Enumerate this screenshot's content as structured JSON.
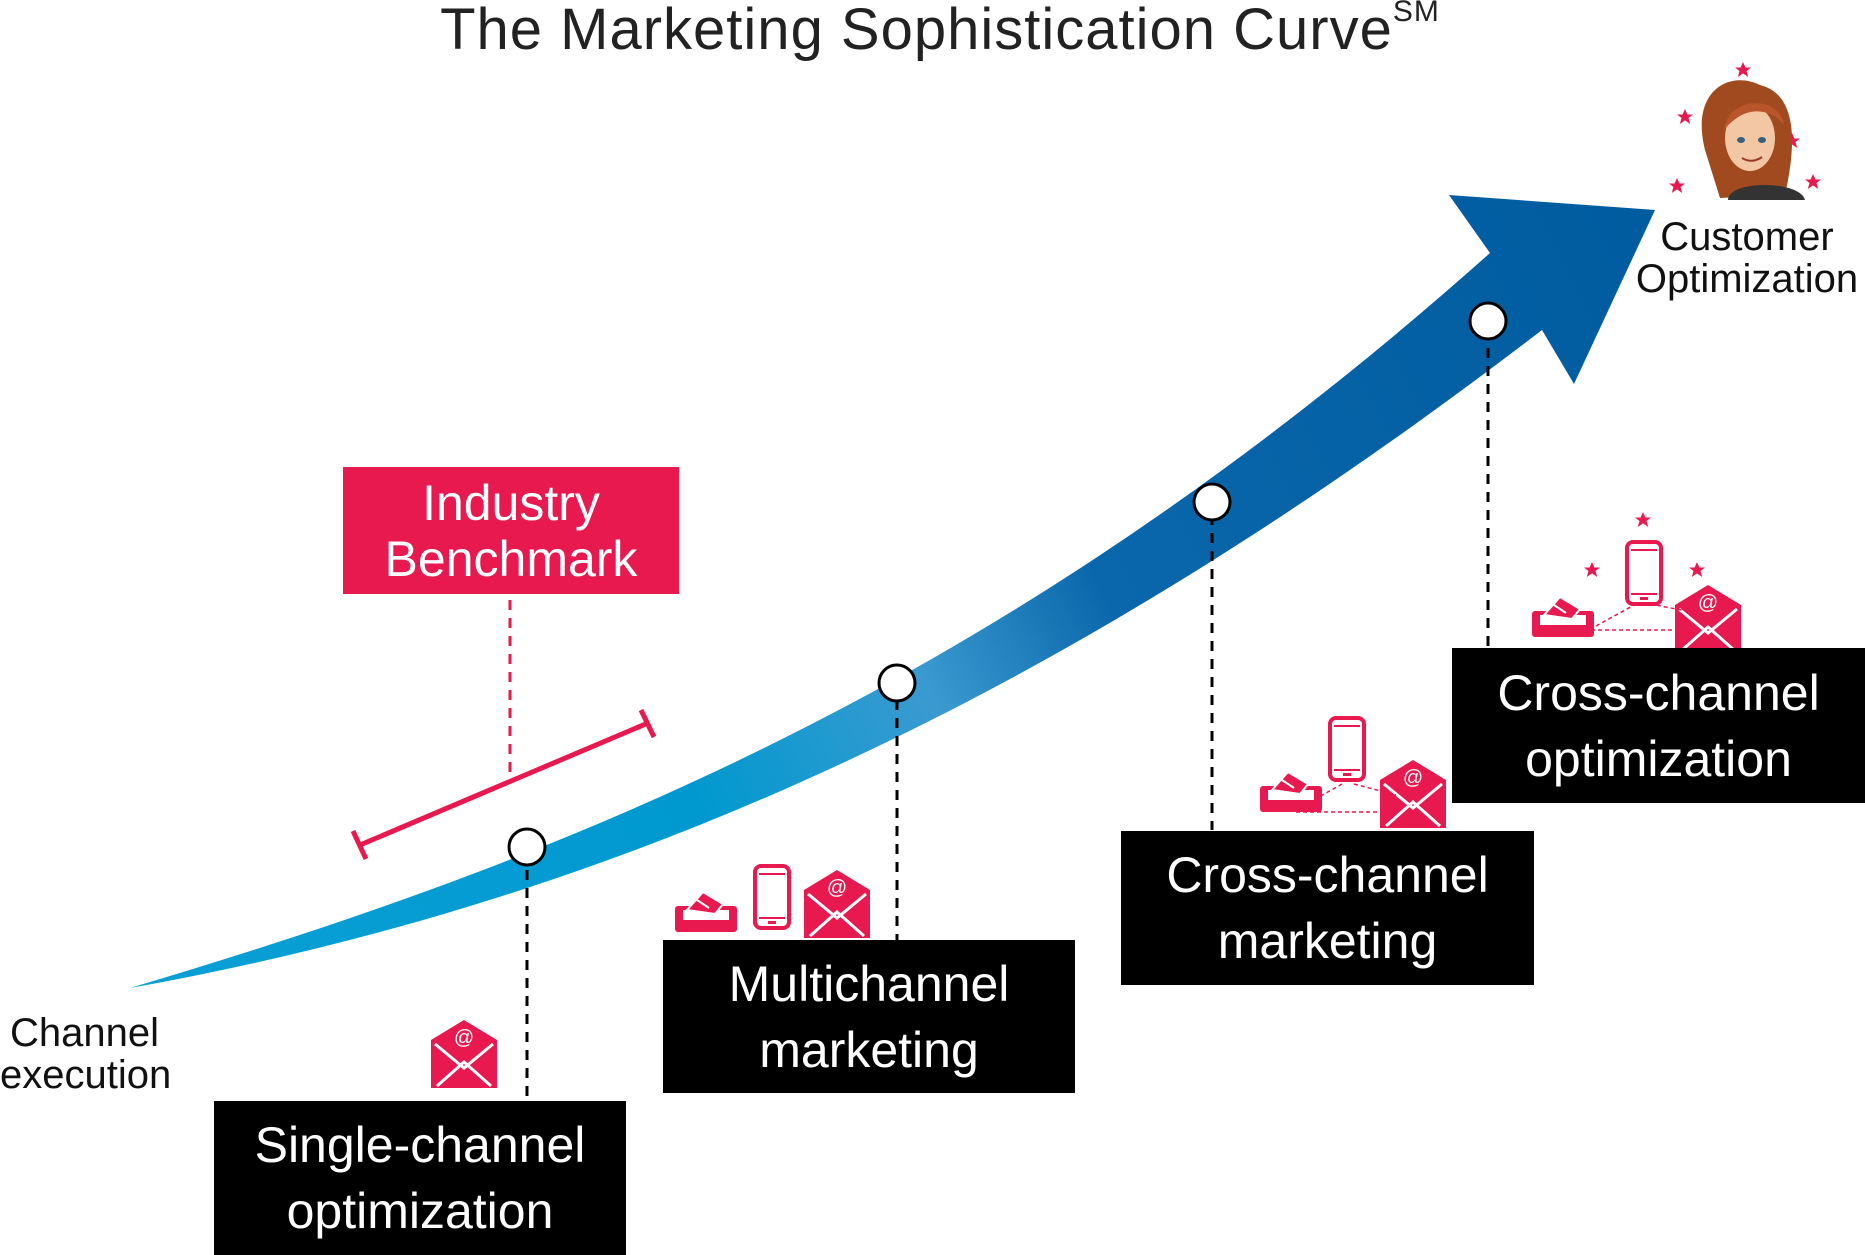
{
  "title": {
    "text": "The Marketing Sophistication Curve",
    "superscript": "SM"
  },
  "start_label": [
    "Channel",
    "execution"
  ],
  "end_label": [
    "Customer",
    "Optimization"
  ],
  "benchmark": {
    "lines": [
      "Industry",
      "Benchmark"
    ]
  },
  "stages": [
    {
      "lines": [
        "Single-channel",
        "optimization"
      ]
    },
    {
      "lines": [
        "Multichannel",
        "marketing"
      ]
    },
    {
      "lines": [
        "Cross-channel",
        "marketing"
      ]
    },
    {
      "lines": [
        "Cross-channel",
        "optimization"
      ]
    }
  ],
  "icon_groups": [
    {
      "icons": [
        "email-envelope-icon"
      ]
    },
    {
      "icons": [
        "direct-mail-icon",
        "mobile-phone-icon",
        "email-envelope-icon"
      ]
    },
    {
      "icons": [
        "direct-mail-icon",
        "mobile-phone-icon",
        "email-envelope-icon"
      ]
    },
    {
      "icons": [
        "direct-mail-icon",
        "mobile-phone-icon",
        "email-envelope-icon",
        "star-icon"
      ]
    }
  ],
  "avatar": {
    "icon": "woman-avatar-icon"
  },
  "colors": {
    "accent": "#e8194f",
    "arrow_light": "#02a0d6",
    "arrow_mid": "#2e95cc",
    "arrow_dark": "#005ea1",
    "box": "#000000",
    "box_text": "#ffffff"
  }
}
